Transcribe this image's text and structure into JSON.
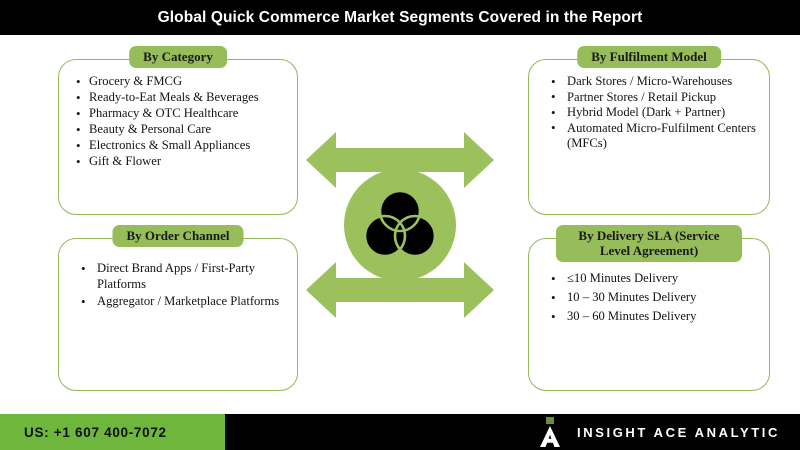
{
  "header": {
    "title": "Global Quick Commerce Market Segments Covered in the Report"
  },
  "colors": {
    "brand_green": "#9cc15c",
    "header_pill_green": "#97bd5b",
    "card_border_green": "#93b85a",
    "footer_green": "#6fb63c",
    "black": "#000000",
    "white": "#ffffff"
  },
  "segments": {
    "top_left": {
      "title": "By Category",
      "items": [
        "Grocery & FMCG",
        "Ready-to-Eat Meals & Beverages",
        "Pharmacy & OTC Healthcare",
        "Beauty & Personal Care",
        "Electronics & Small Appliances",
        "Gift & Flower"
      ]
    },
    "top_right": {
      "title": "By Fulfilment Model",
      "items": [
        "Dark Stores / Micro-Warehouses",
        "Partner Stores / Retail Pickup",
        "Hybrid Model (Dark + Partner)",
        "Automated Micro-Fulfilment Centers (MFCs)"
      ]
    },
    "bottom_left": {
      "title": "By Order Channel",
      "items": [
        "Direct Brand Apps / First-Party Platforms",
        "Aggregator / Marketplace Platforms"
      ]
    },
    "bottom_right": {
      "title": "By Delivery SLA (Service Level Agreement)",
      "items": [
        "≤10 Minutes Delivery",
        "10 – 30 Minutes Delivery",
        "30 – 60 Minutes Delivery"
      ]
    }
  },
  "center_graphic": {
    "icon_name": "venn-three-circles-icon",
    "description": "Green circle hub with three overlapping circles, connected by up and down double-headed arrows"
  },
  "footer": {
    "phone": "US: +1 607 400-7072",
    "brand_name": "INSIGHT ACE ANALYTIC",
    "logo_icon": "insight-ace-a-logo"
  }
}
